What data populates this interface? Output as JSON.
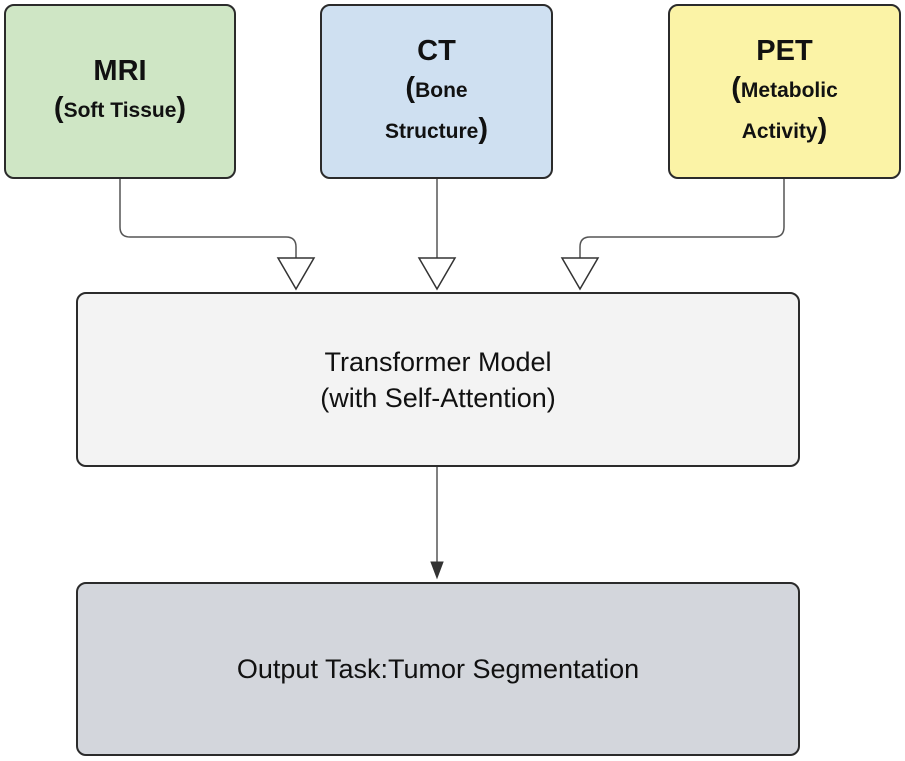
{
  "inputs": {
    "mri": {
      "title": "MRI",
      "sub_lines": [
        "Soft Tissue"
      ]
    },
    "ct": {
      "title": "CT",
      "sub_lines": [
        "Bone",
        "Structure"
      ]
    },
    "pet": {
      "title": "PET",
      "sub_lines": [
        "Metabolic",
        "Activity"
      ]
    }
  },
  "transformer": {
    "line1": "Transformer Model",
    "line2": "(with Self-Attention)"
  },
  "output": {
    "label": "Output Task:Tumor Segmentation"
  },
  "colors": {
    "mri_fill": "#cfe6c5",
    "ct_fill": "#cfe0f1",
    "pet_fill": "#fbf3a6",
    "transformer_fill": "#f3f3f3",
    "output_fill": "#d3d6dc",
    "stroke": "#2b2b2b"
  }
}
